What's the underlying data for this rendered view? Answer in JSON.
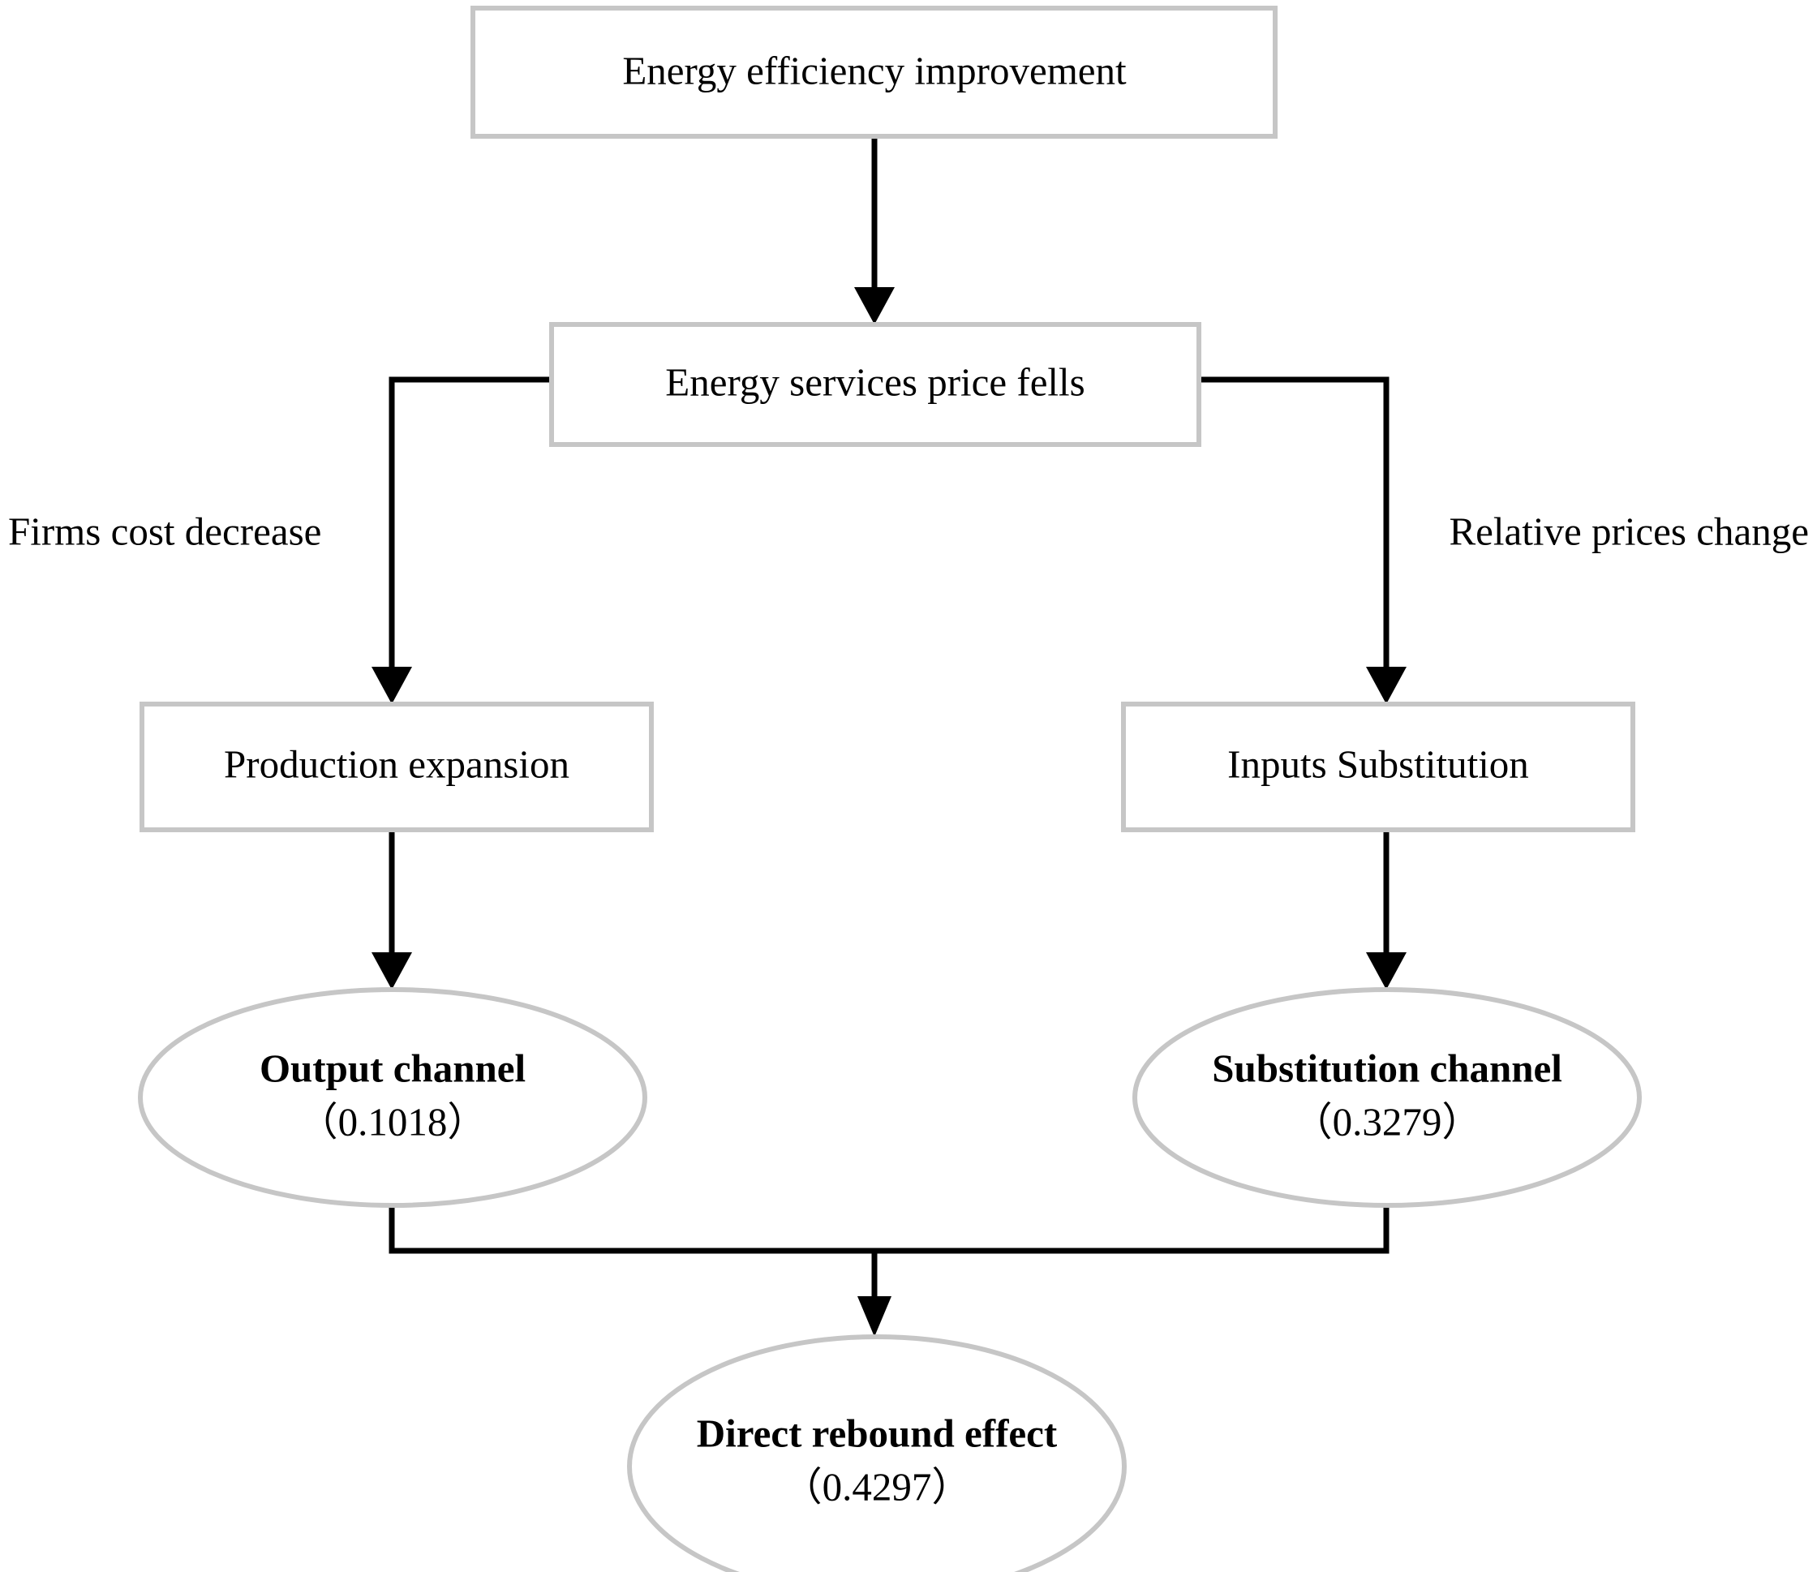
{
  "diagram": {
    "type": "flowchart",
    "title": "Direct rebound effect decomposition flowchart",
    "colors": {
      "node_border": "#c6c6c6",
      "node_fill": "#ffffff",
      "connector": "#000000",
      "text": "#000000",
      "background": "#ffffff"
    },
    "nodes": [
      {
        "id": "n1",
        "shape": "rectangle",
        "label": "Energy efficiency improvement",
        "bold": false,
        "value": ""
      },
      {
        "id": "n2",
        "shape": "rectangle",
        "label": "Energy services price fells",
        "bold": false,
        "value": ""
      },
      {
        "id": "n3",
        "shape": "rectangle",
        "label": "Production expansion",
        "bold": false,
        "value": ""
      },
      {
        "id": "n4",
        "shape": "rectangle",
        "label": "Inputs Substitution",
        "bold": false,
        "value": ""
      },
      {
        "id": "n5",
        "shape": "ellipse",
        "label": "Output channel",
        "bold": true,
        "value": "（0.1018）"
      },
      {
        "id": "n6",
        "shape": "ellipse",
        "label": "Substitution channel",
        "bold": true,
        "value": "（0.3279）"
      },
      {
        "id": "n7",
        "shape": "ellipse",
        "label": "Direct rebound effect",
        "bold": true,
        "value": "（0.4297）"
      }
    ],
    "edge_labels": [
      {
        "id": "e_left",
        "label": "Firms cost decrease"
      },
      {
        "id": "e_right",
        "label": "Relative prices change"
      }
    ],
    "edges": [
      {
        "from": "n1",
        "to": "n2",
        "label": ""
      },
      {
        "from": "n2",
        "to": "n3",
        "label": "Firms cost decrease"
      },
      {
        "from": "n2",
        "to": "n4",
        "label": "Relative prices change"
      },
      {
        "from": "n3",
        "to": "n5",
        "label": ""
      },
      {
        "from": "n4",
        "to": "n6",
        "label": ""
      },
      {
        "from": "n5",
        "to": "n7",
        "label": ""
      },
      {
        "from": "n6",
        "to": "n7",
        "label": ""
      }
    ]
  }
}
